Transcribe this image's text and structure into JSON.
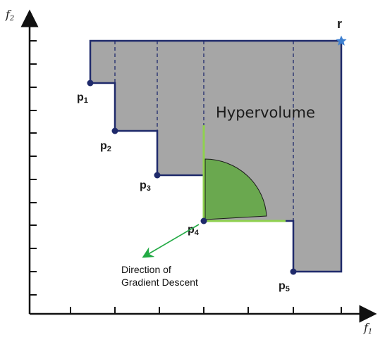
{
  "axes": {
    "x_label": "f",
    "x_label_sub": "1",
    "y_label": "f",
    "y_label_sub": "2"
  },
  "reference_point": {
    "label": "r"
  },
  "points": [
    {
      "id": "p1",
      "label": "p",
      "sub": "1"
    },
    {
      "id": "p2",
      "label": "p",
      "sub": "2"
    },
    {
      "id": "p3",
      "label": "p",
      "sub": "3"
    },
    {
      "id": "p4",
      "label": "p",
      "sub": "4"
    },
    {
      "id": "p5",
      "label": "p",
      "sub": "5"
    }
  ],
  "region": {
    "label": "Hypervolume"
  },
  "gradient": {
    "line1": "Direction of",
    "line2": "Gradient Descent"
  },
  "colors": {
    "region_fill": "#a6a6a6",
    "outline": "#1f2a6b",
    "point": "#1f2a6b",
    "star": "#3d7fd0",
    "green_sector": "#6aa84f",
    "green_edge": "#8fd14f",
    "arrow": "#22aa44",
    "axis": "#111111"
  }
}
